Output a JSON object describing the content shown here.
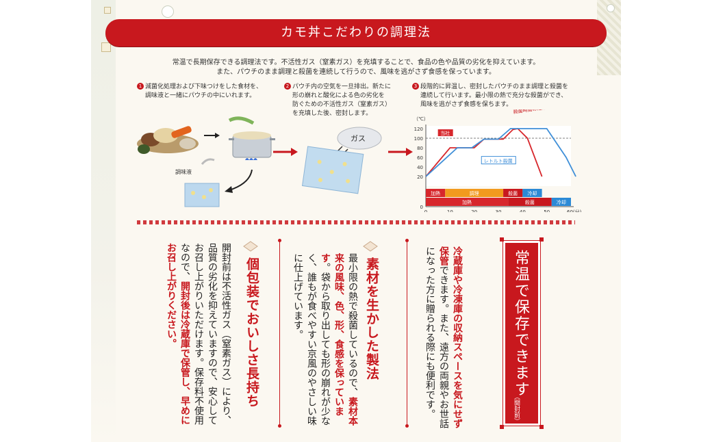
{
  "banner": {
    "title": "カモ丼こだわりの調理法"
  },
  "intro": {
    "line1": "常温で長期保存できる調理法です。不活性ガス（窒素ガス）を充填することで、食品の色や品質の劣化を抑えています。",
    "line2": "また、パウチのまま調理と殺菌を連続して行うので、風味を逃がさず食感を保っています。"
  },
  "steps": [
    {
      "num": "1",
      "line1": "減菌化処理および下味つけをした食材を、",
      "line2": "調味液と一緒にパウチの中にいれます。"
    },
    {
      "num": "2",
      "line1": "パウチ内の空気を一旦排出。新たに",
      "line2": "形の崩れと酸化による色の劣化を",
      "line3": "防ぐための不活性ガス（窒素ガス）",
      "line4": "を充填した後、密封します。"
    },
    {
      "num": "3",
      "line1": "段階的に昇温し、密封したパウチのまま調理と殺菌を",
      "line2": "連続して行います。最小限の熱で充分な殺菌ができ、",
      "line3": "風味を逃がさず食感を保ちます。"
    }
  ],
  "illustration": {
    "seasoning_label": "調味液",
    "gas_label": "ガス"
  },
  "chart_data": {
    "type": "line",
    "y_unit_label": "（℃）",
    "x_unit_label": "60(分)",
    "ylim": [
      0,
      120
    ],
    "xlim": [
      0,
      60
    ],
    "yticks": [
      "120",
      "100",
      "80",
      "60",
      "40",
      "20",
      "0"
    ],
    "xticks": [
      "0",
      "10",
      "20",
      "30",
      "40",
      "50"
    ],
    "reference_line": 100,
    "annotation": "殺菌時間の短縮で、風味と食感を保つ！",
    "series": [
      {
        "name": "当社",
        "color": "#d7272c",
        "points": [
          [
            0,
            20
          ],
          [
            10,
            80
          ],
          [
            20,
            80
          ],
          [
            24,
            98
          ],
          [
            32,
            98
          ],
          [
            36,
            118
          ],
          [
            38,
            120
          ],
          [
            42,
            100
          ],
          [
            45,
            60
          ],
          [
            48,
            20
          ]
        ]
      },
      {
        "name": "レトルト殺菌",
        "color": "#3f8fd8",
        "points": [
          [
            0,
            20
          ],
          [
            13,
            80
          ],
          [
            19,
            80
          ],
          [
            24,
            98
          ],
          [
            30,
            98
          ],
          [
            35,
            120
          ],
          [
            50,
            120
          ],
          [
            58,
            60
          ],
          [
            62,
            20
          ]
        ]
      }
    ],
    "bars_top": [
      {
        "label": "加熱",
        "color": "#d7272c",
        "from": 0,
        "to": 8
      },
      {
        "label": "調理",
        "color": "#f29a1e",
        "from": 8,
        "to": 32
      },
      {
        "label": "殺菌",
        "color": "#c8181e",
        "from": 32,
        "to": 40
      },
      {
        "label": "冷却",
        "color": "#2c8ad6",
        "from": 40,
        "to": 48
      }
    ],
    "bars_bottom": [
      {
        "label": "加熱",
        "color": "#d7272c",
        "from": 0,
        "to": 34
      },
      {
        "label": "殺菌",
        "color": "#c8181e",
        "from": 34,
        "to": 52
      },
      {
        "label": "冷却",
        "color": "#2c8ad6",
        "from": 52,
        "to": 66
      }
    ]
  },
  "box": {
    "title": "常温で保存できます",
    "sub": "（開封前）"
  },
  "col1": {
    "red": "冷蔵庫や冷凍庫の収納スペースを気にせず保管",
    "text": "できます。また、遠方の両親やお世話になった方に贈られる際にも便利です。"
  },
  "col2": {
    "head": "素材を生かした製法",
    "t1": "最小限の熱で殺菌しているので、",
    "red": "素材本来の風味、色、形、食感を保っています",
    "t2": "。袋から取り出しても形の崩れが少なく、誰もが食べやすい京風のやさしい味に仕上げています。"
  },
  "col3": {
    "head": "個包装でおいしさ長持ち",
    "t1": "開封前は不活性ガス（窒素ガス）により、品質の劣化を抑えていますので、安心してお召し上がりいただけます。保存料不使用なので、",
    "red": "開封後は冷蔵庫で保管し、早めにお召し上がりください。"
  }
}
